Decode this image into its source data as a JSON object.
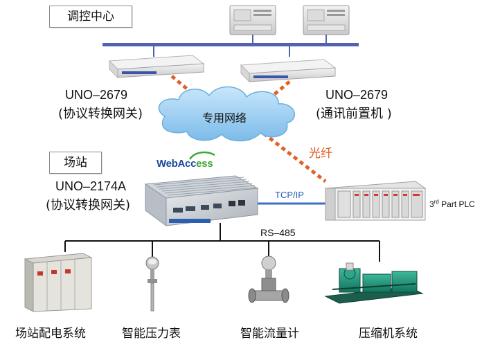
{
  "diagram": {
    "title_control_center": "调控中心",
    "title_station": "场站",
    "left_gateway": {
      "model": "UNO–2679",
      "role": "(协议转换网关)"
    },
    "right_gateway": {
      "model": "UNO–2679",
      "role": "(通讯前置机 )"
    },
    "cloud_label": "专用网络",
    "fiber_label": "光纤",
    "station_gateway": {
      "model": "UNO–2174A",
      "role": "(协议转换网关)"
    },
    "logo_text": {
      "web": "WebAcc",
      "ess": "ess"
    },
    "tcpip_label": "TCP/IP",
    "plc_label": {
      "prefix": "3",
      "sup": "rd",
      "rest": " Part PLC"
    },
    "rs485_label": "RS–485",
    "devices": [
      {
        "label": "场站配电系统"
      },
      {
        "label": "智能压力表"
      },
      {
        "label": "智能流量计"
      },
      {
        "label": "压缩机系统"
      }
    ]
  },
  "colors": {
    "bus_blue": "#5163b0",
    "fiber_orange": "#e0622a",
    "cloud_blue": "#8fc9f0",
    "link_blue": "#3b6fc4",
    "logo_blue": "#1d4a9b",
    "logo_green": "#3ba935",
    "label_orange": "#e2571e",
    "tcp_blue": "#2a5db5"
  }
}
